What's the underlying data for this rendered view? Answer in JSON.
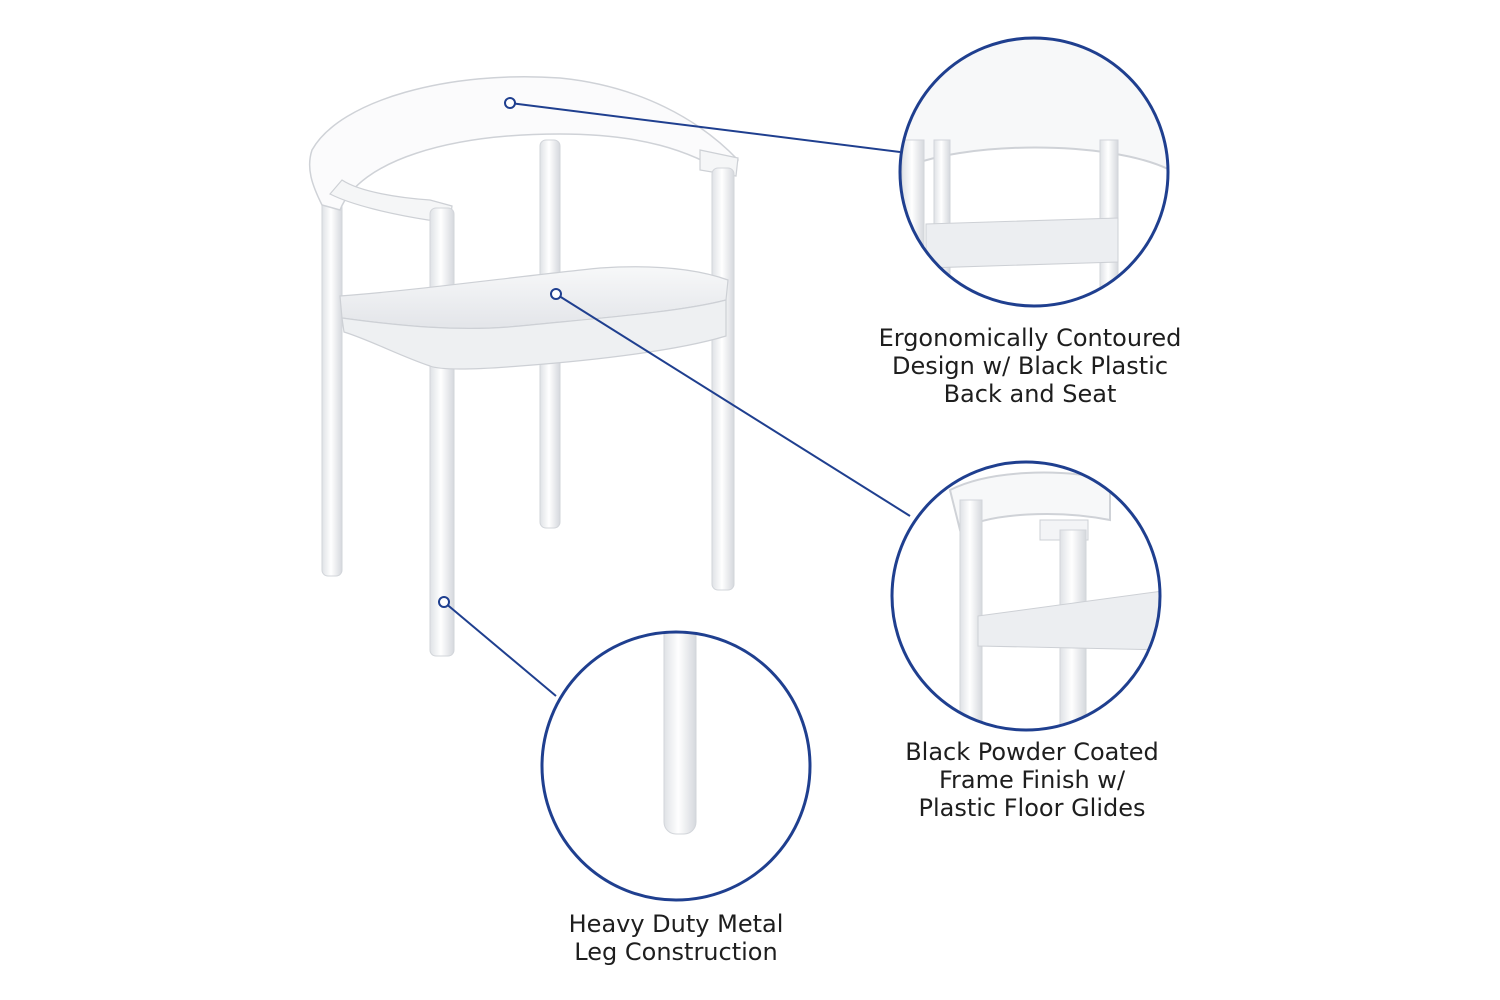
{
  "product_image": {
    "callouts": [
      {
        "id": "back-and-seat",
        "lines": [
          "Ergonomically Contoured",
          "Design w/ Black Plastic",
          "Back and Seat"
        ]
      },
      {
        "id": "frame-finish",
        "lines": [
          "Black Powder Coated",
          "Frame Finish w/",
          "Plastic Floor Glides"
        ]
      },
      {
        "id": "leg-construction",
        "lines": [
          "Heavy Duty Metal",
          "Leg Construction"
        ]
      }
    ],
    "colors": {
      "callout_ring": "#1f3f8f",
      "leader_line": "#1f3f8f",
      "chair_fill": "#ffffff",
      "chair_shade": "#e6e8eb",
      "chair_edge": "#c9ccd1",
      "text": "#1e1e1e"
    }
  }
}
